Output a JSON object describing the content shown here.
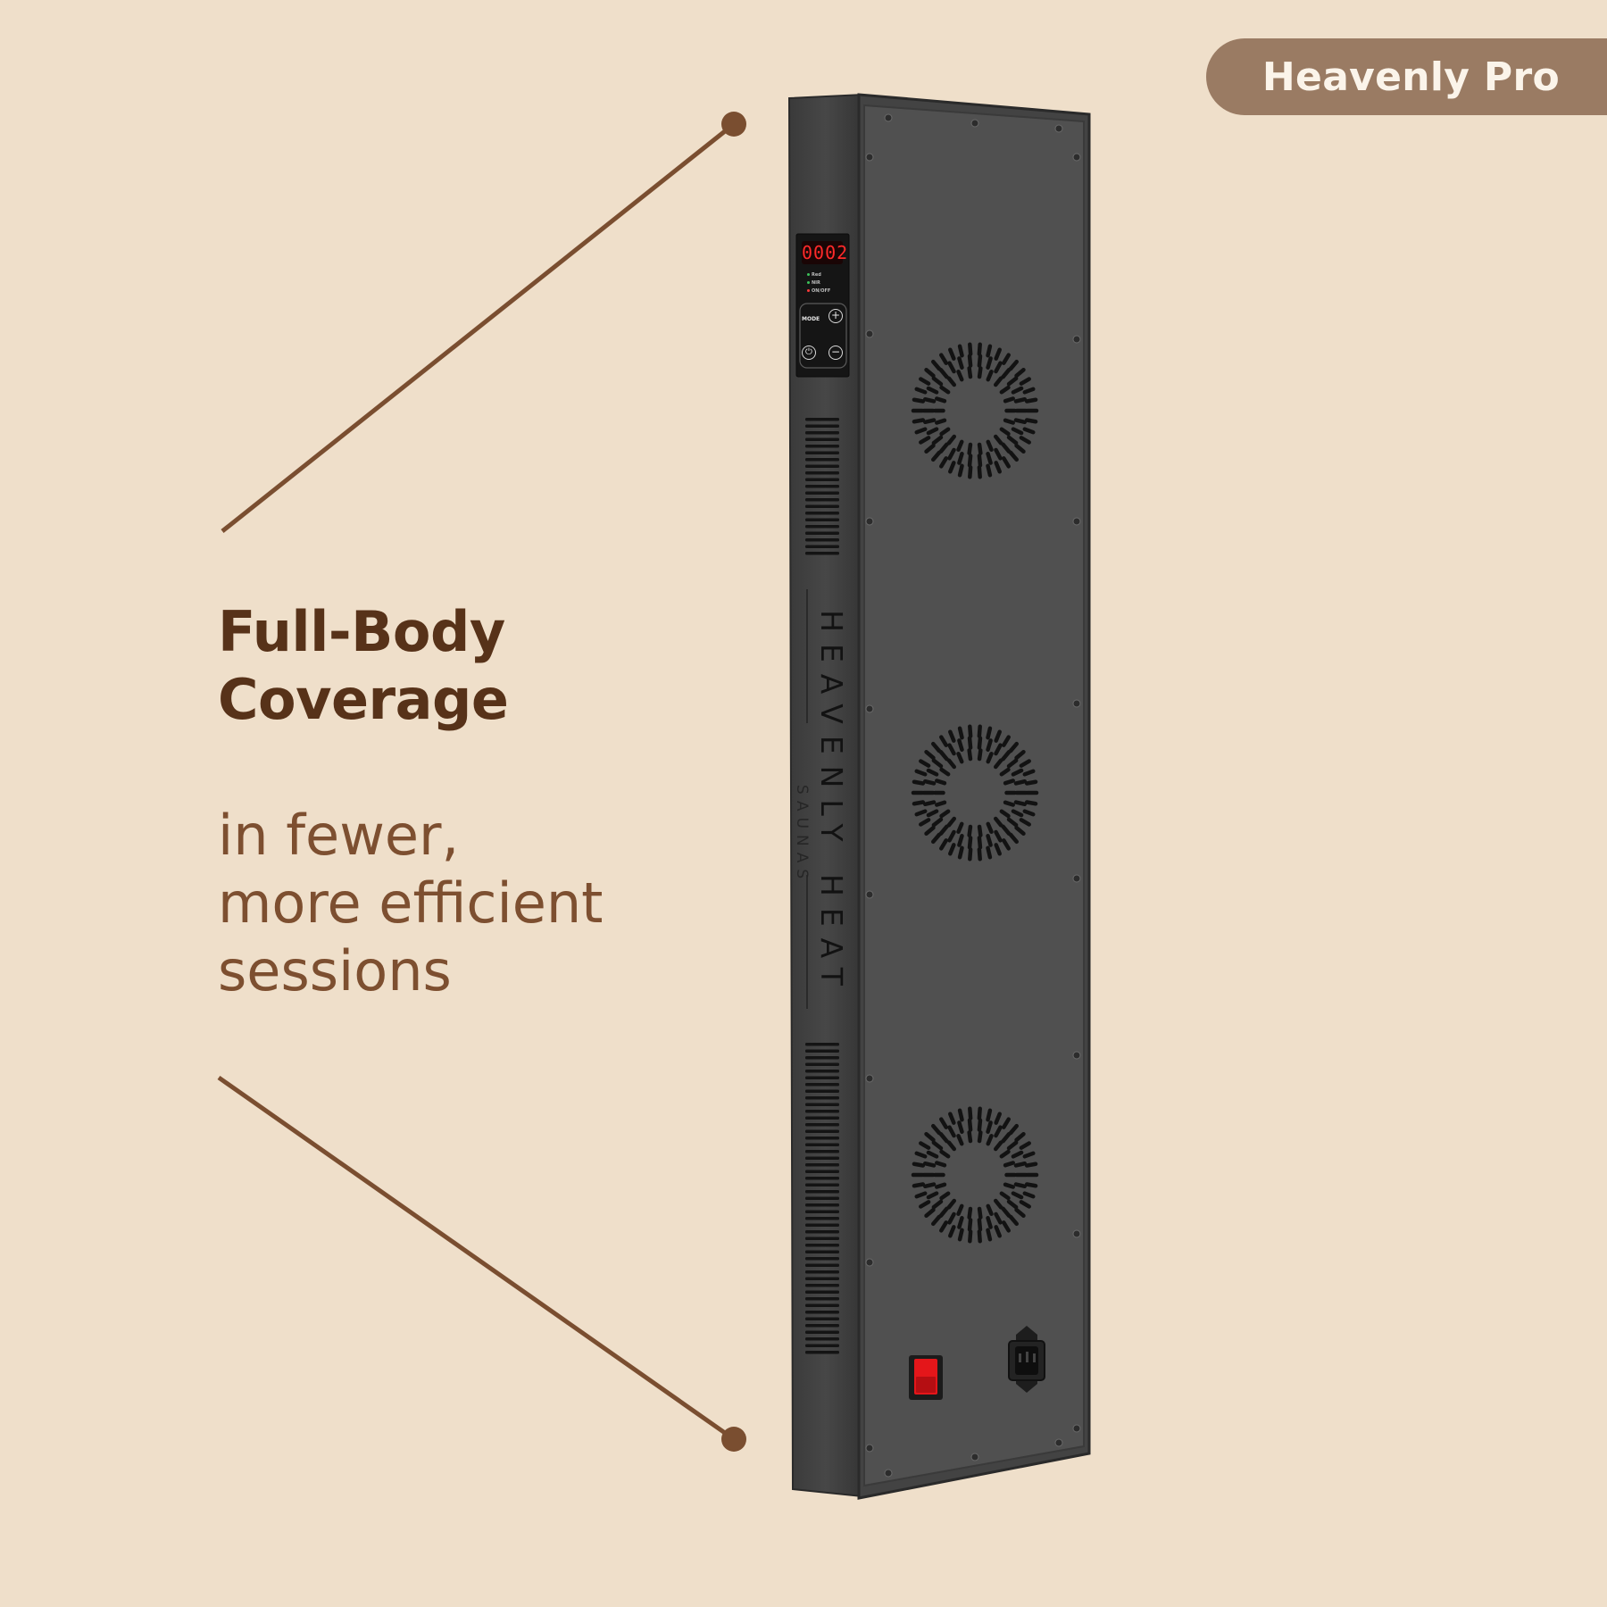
{
  "badge": {
    "label": "Heavenly Pro"
  },
  "headline": {
    "lines": [
      "Full-Body",
      "Coverage"
    ]
  },
  "subline": {
    "lines": [
      "in fewer,",
      "more efficient",
      "sessions"
    ]
  },
  "device": {
    "brand": "HEAVENLY HEAT",
    "brand_sub": "SAUNAS",
    "display_value": "0002",
    "indicators": [
      "Red",
      "NIR",
      "ON/OFF"
    ],
    "mode_label": "MODE",
    "plus_symbol": "+",
    "minus_symbol": "−",
    "fan_count": 3
  },
  "colors": {
    "background": "#efdfca",
    "badge_bg": "#9a7b63",
    "headline": "#573219",
    "subline": "#7d4f30",
    "callout_line": "#7a4e30",
    "panel": "#505050",
    "panel_edge": "#2c2c2c",
    "switch_red": "#e4161a",
    "display_red": "#ff2a2a"
  },
  "icons": [
    "power-icon",
    "plus-icon",
    "minus-icon",
    "fan-grille-icon",
    "rocker-switch-icon",
    "power-socket-icon"
  ]
}
